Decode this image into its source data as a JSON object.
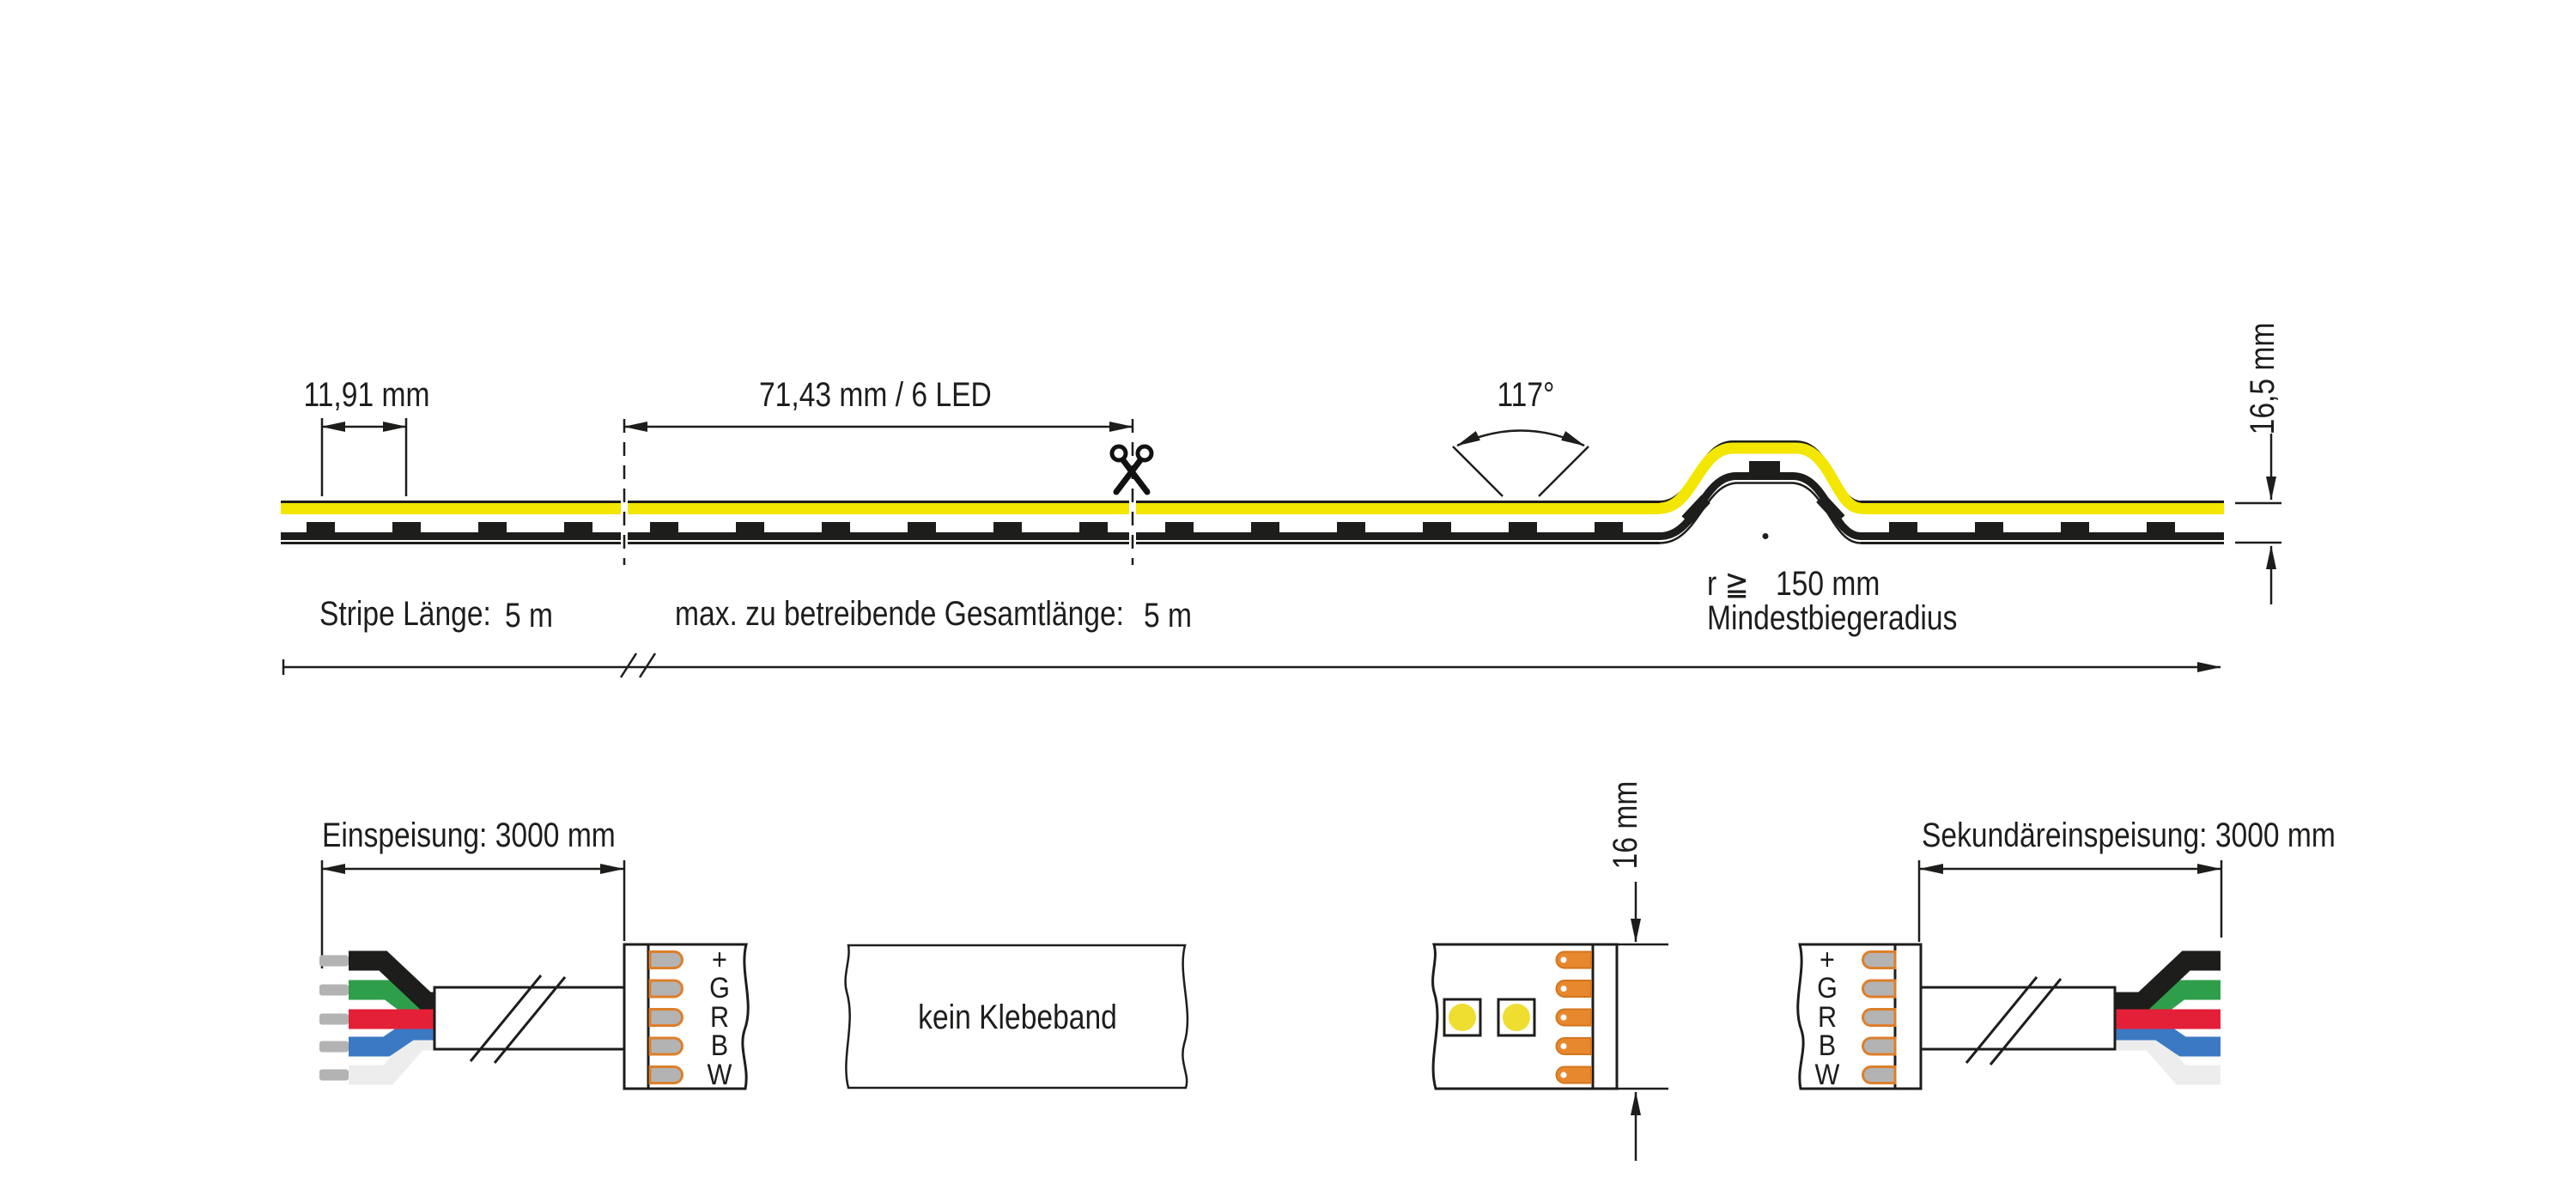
{
  "top_diagram": {
    "led_pitch": "11,91 mm",
    "cut_length": "71,43 mm / 6 LED",
    "bend_angle": "117°",
    "strip_height": "16,5 mm",
    "stripe_length_label": "Stripe Länge:",
    "stripe_length_value": "5 m",
    "max_total_label": "max. zu betreibende Gesamtlänge:",
    "max_total_value": "5 m",
    "bend_radius_prefix": "r ≧",
    "bend_radius_value": "150 mm",
    "bend_radius_caption": "Mindestbiegeradius"
  },
  "bottom_diagram": {
    "primary_feed_label": "Einspeisung: 3000 mm",
    "secondary_feed_label": "Sekundäreinspeisung: 3000 mm",
    "no_tape_label": "kein Klebeband",
    "strip_width": "16 mm",
    "pin_labels": [
      "+",
      "G",
      "R",
      "B",
      "W"
    ]
  },
  "colors": {
    "line": "#1d1d1b",
    "strip_yellow": "#f3e600",
    "led_dome_yellow": "#efdd30",
    "pad_orange_fill": "#e8882e",
    "pad_orange_border": "#d2761e",
    "pin_gray": "#b3b3b3",
    "pin_orange_border": "#dd7f2b",
    "wire_black": "#1d1d1b",
    "wire_green": "#2f9e4a",
    "wire_red": "#e41f38",
    "wire_blue": "#3b79c3",
    "wire_white": "#ededed",
    "wire_tip_gray": "#b3b3b3"
  }
}
